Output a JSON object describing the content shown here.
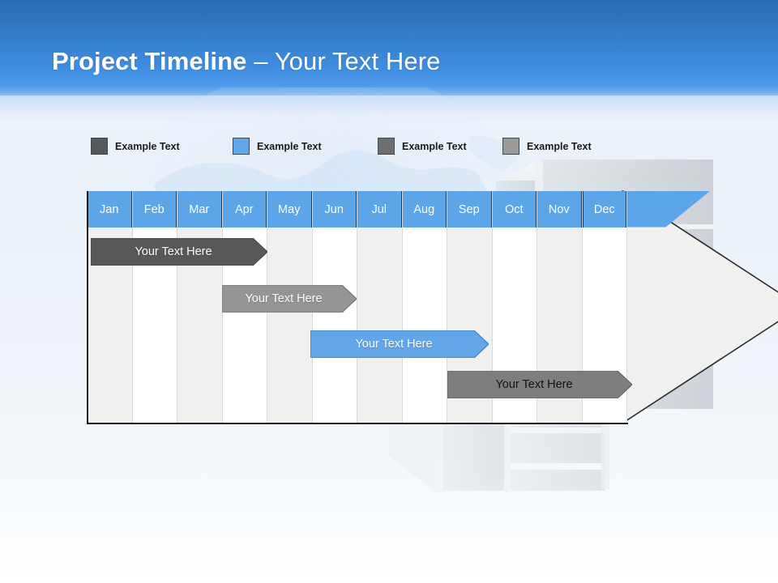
{
  "slide": {
    "title_bold": "Project Timeline",
    "title_rest": " – Your Text Here"
  },
  "legend": {
    "items": [
      {
        "label": "Example Text",
        "color": "#58585a"
      },
      {
        "label": "Example Text",
        "color": "#63a6e8"
      },
      {
        "label": "Example Text",
        "color": "#6e6e6e"
      },
      {
        "label": "Example Text",
        "color": "#9a9a9a"
      }
    ]
  },
  "chart_data": {
    "type": "bar",
    "title": "Project Timeline",
    "xlabel": "",
    "ylabel": "",
    "categories": [
      "Jan",
      "Feb",
      "Mar",
      "Apr",
      "May",
      "Jun",
      "Jul",
      "Aug",
      "Sep",
      "Oct",
      "Nov",
      "Dec"
    ],
    "header_color": "#5ba5e8",
    "header_text_color": "#ffffff",
    "tasks": [
      {
        "label": "Your  Text Here",
        "start_month": "Jan",
        "end_month": "Apr",
        "start_index": 0,
        "span": 3.7,
        "color": "#58585a",
        "text_color": "#ffffff"
      },
      {
        "label": "Your  Text Here",
        "start_month": "Apr",
        "end_month": "Jun",
        "start_index": 3.0,
        "span": 2.9,
        "color": "#959595",
        "text_color": "#ffffff"
      },
      {
        "label": "Your  Text Here",
        "start_month": "Jun",
        "end_month": "Sep",
        "start_index": 4.95,
        "span": 3.9,
        "color": "#63a6e8",
        "text_color": "#ffffff"
      },
      {
        "label": "Your  Text Here",
        "start_month": "Sep",
        "end_month": "Dec",
        "start_index": 8.0,
        "span": 4.0,
        "color": "#7e7e7e",
        "text_color": "#111111"
      }
    ]
  }
}
